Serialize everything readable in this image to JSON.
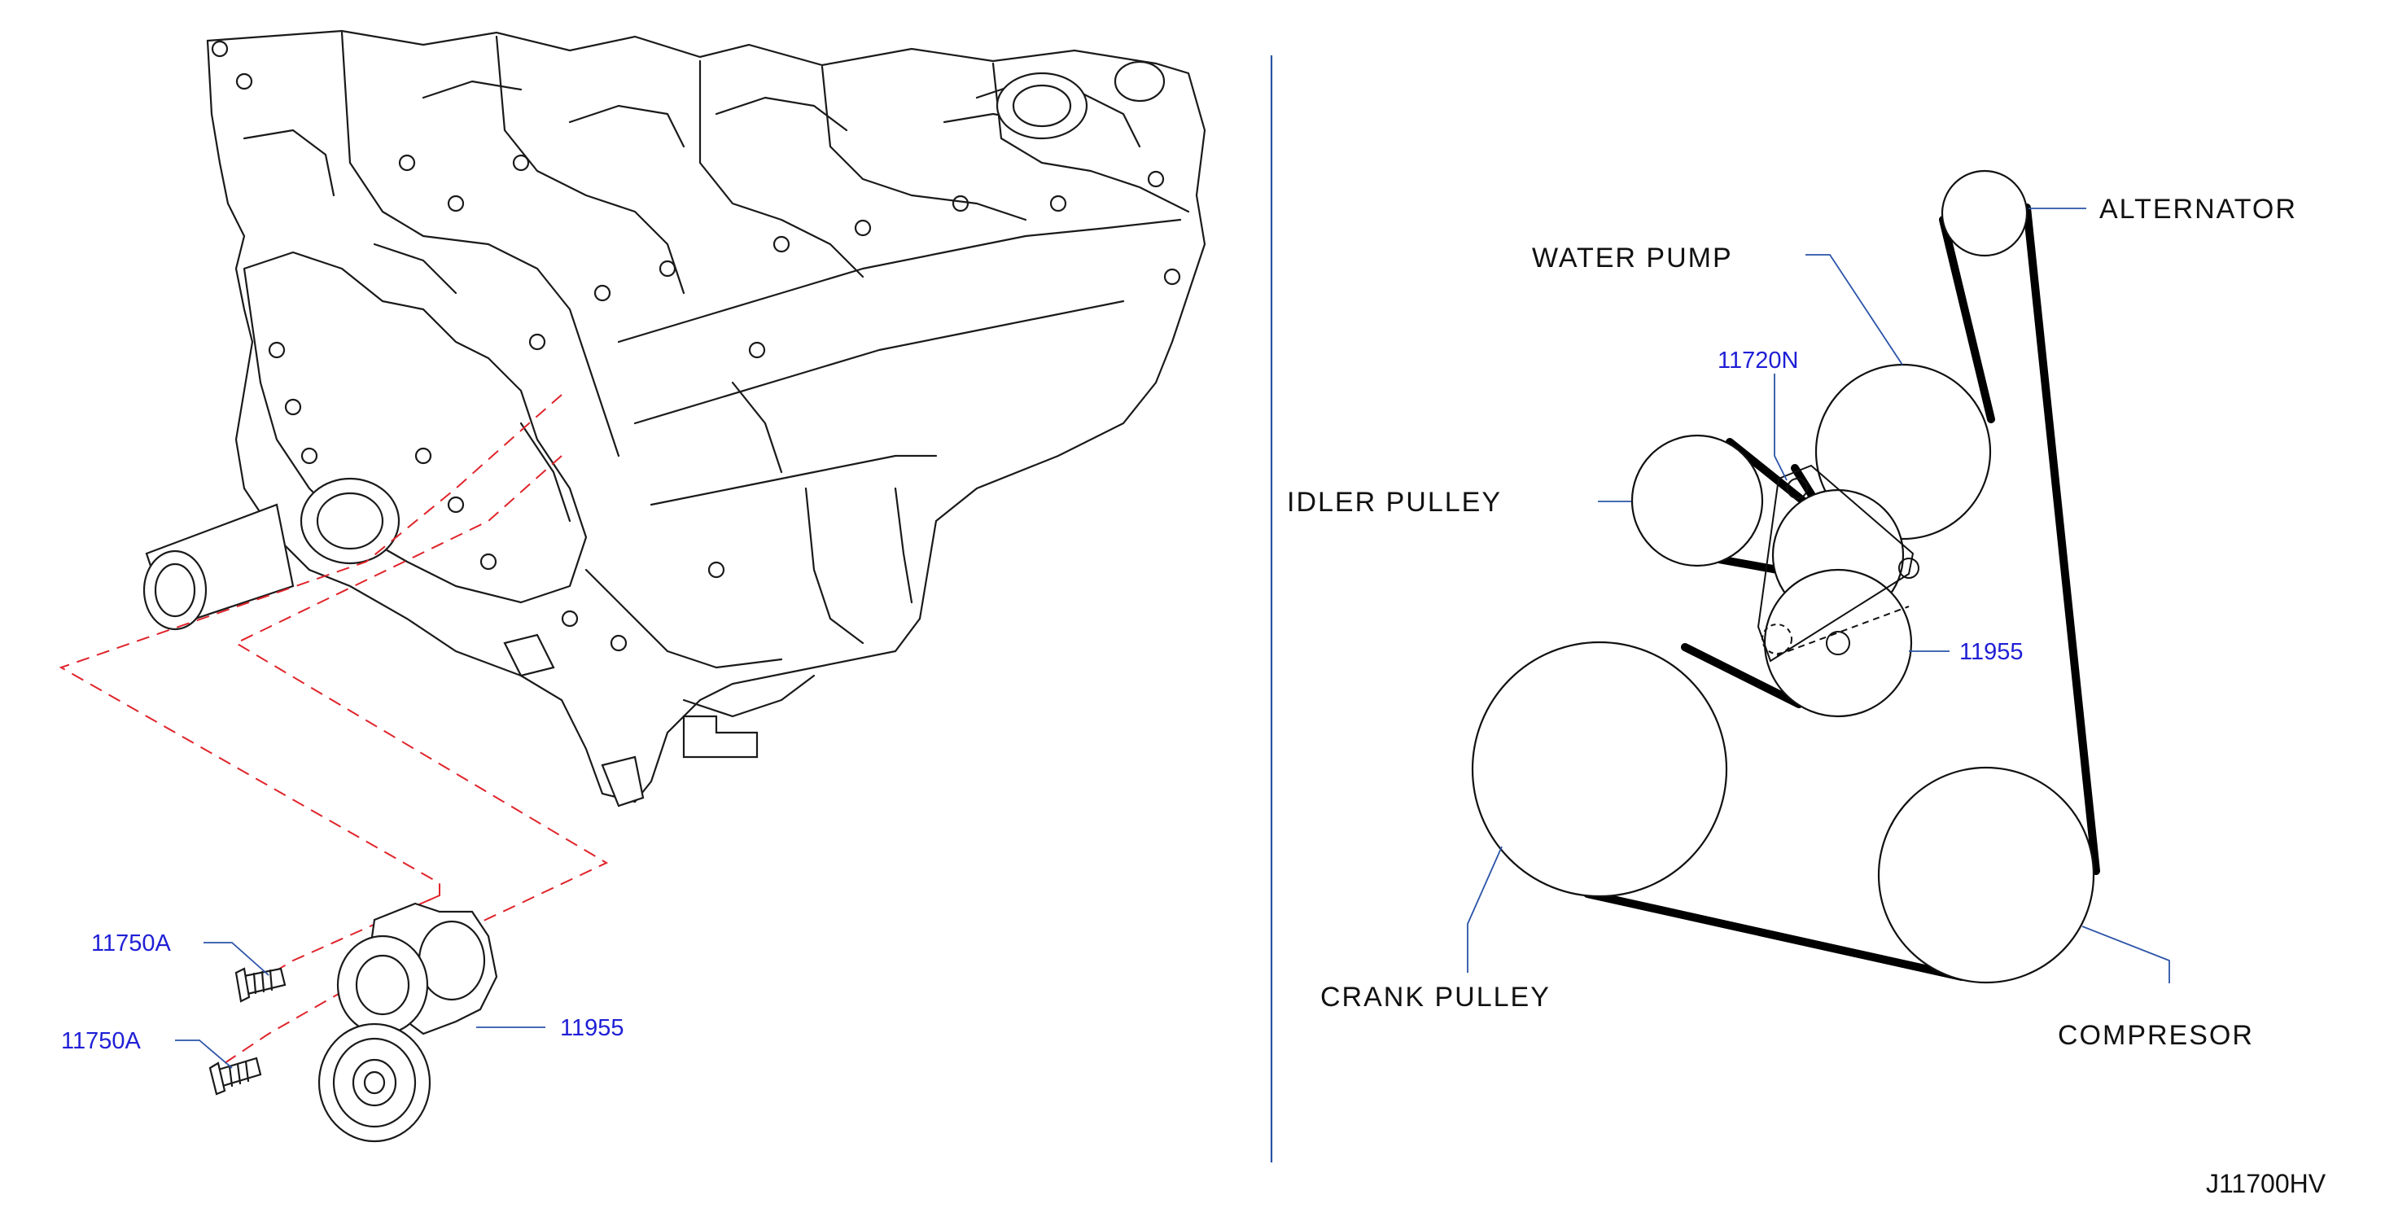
{
  "colors": {
    "divider": "#2b54a8",
    "leader": "#2b54a8",
    "part_number": "#1f1fd6",
    "dashed_guide": "#e0242b",
    "ink": "#111111"
  },
  "left_view": {
    "part_labels": [
      {
        "id": "bolt-upper",
        "text": "11750A"
      },
      {
        "id": "bolt-lower",
        "text": "11750A"
      },
      {
        "id": "tensioner",
        "text": "11955"
      }
    ]
  },
  "belt_routing": {
    "component_labels": {
      "alternator": "ALTERNATOR",
      "water_pump": "WATER  PUMP",
      "idler_pulley": "IDLER  PULLEY",
      "crank_pulley": "CRANK  PULLEY",
      "compressor": "COMPRESOR"
    },
    "part_labels": {
      "belt": "11720N",
      "tensioner": "11955"
    }
  },
  "diagram_code": "J11700HV"
}
